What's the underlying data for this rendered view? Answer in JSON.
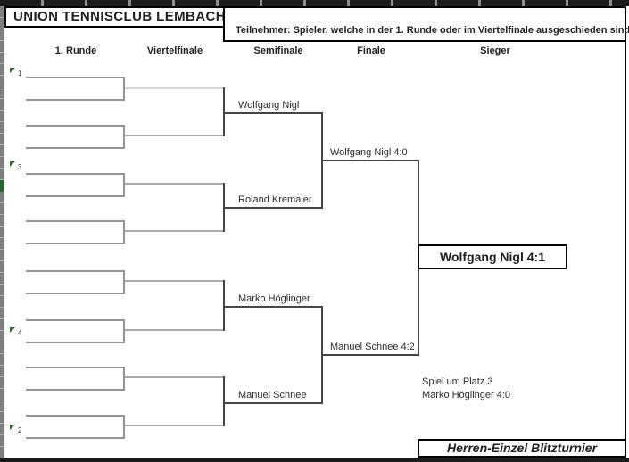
{
  "header": {
    "club_title": "UNION TENNISCLUB LEMBACH",
    "participants_note": "Teilnehmer: Spieler, welche in der 1. Runde oder im Viertelfinale ausgeschieden sind"
  },
  "columns": {
    "round1": "1. Runde",
    "quarterfinal": "Viertelfinale",
    "semifinal": "Semifinale",
    "final": "Finale",
    "winner": "Sieger"
  },
  "bracket": {
    "seeds": {
      "top1": "1",
      "top2": "3",
      "bottom1": "4",
      "bottom2": "2"
    },
    "semifinalists": {
      "sf1_top": "Wolfgang Nigl",
      "sf1_bottom": "Roland Kremaier",
      "sf2_top": "Marko Höglinger",
      "sf2_bottom": "Manuel Schnee"
    },
    "finalists": {
      "final_top": "Wolfgang Nigl 4:0",
      "final_bottom": "Manuel Schnee 4:2"
    },
    "champion": "Wolfgang Nigl 4:1",
    "third_place_match": {
      "label": "Spiel um Platz 3",
      "result": "Marko Höglinger 4:0"
    }
  },
  "footer": {
    "event_title": "Herren-Einzel Blitzturnier"
  },
  "colors": {
    "frame": "#1b1b1b",
    "side_strip": "#7f7f7f",
    "seed_marker_green": "#2a6e2a",
    "bracket_line": "#454545",
    "round1_box_line": "#949494"
  }
}
